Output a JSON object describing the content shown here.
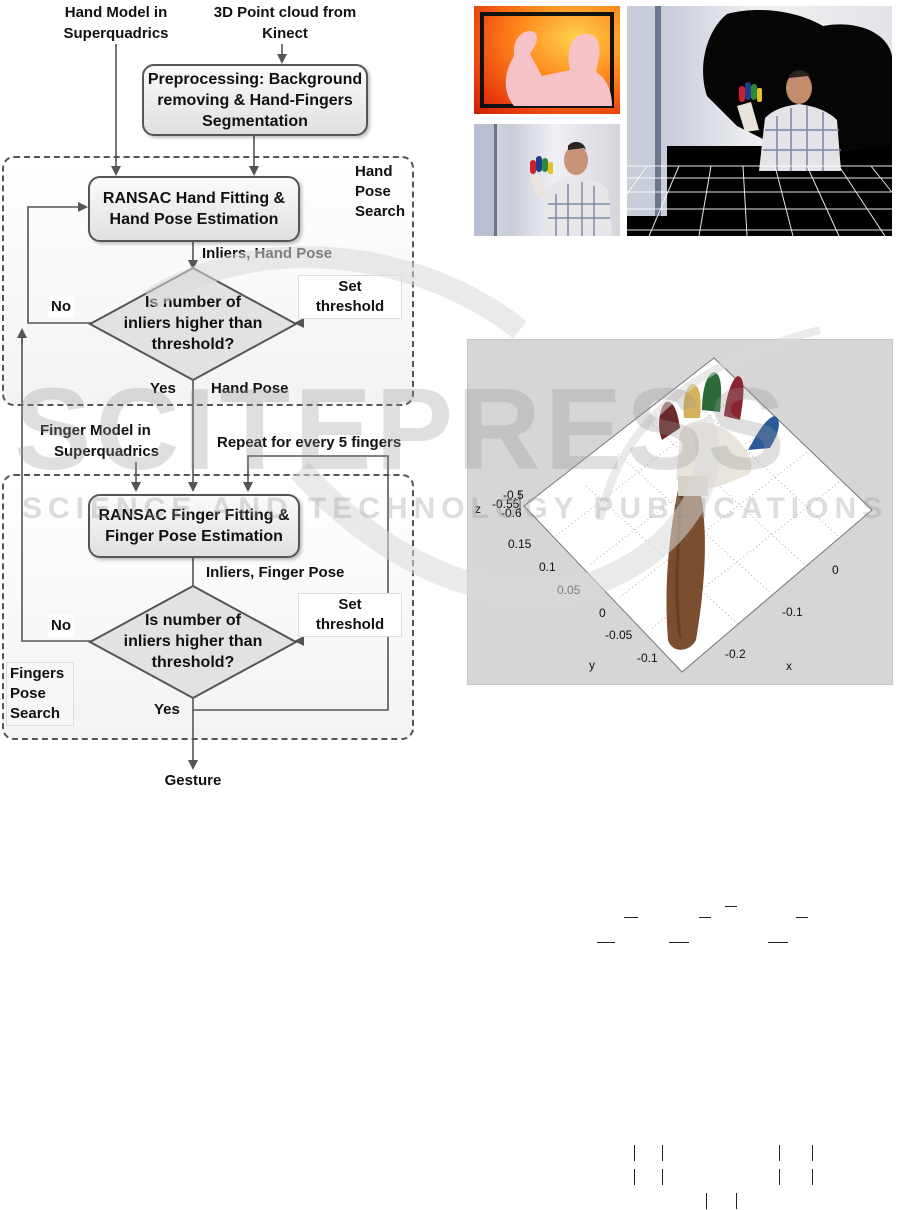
{
  "flowchart": {
    "inputs": {
      "hand_model": [
        "Hand Model in",
        "Superquadrics"
      ],
      "point_cloud": [
        "3D Point cloud from",
        "Kinect"
      ]
    },
    "preprocessing": [
      "Preprocessing: Background",
      "removing & Hand-Fingers",
      "Segmentation"
    ],
    "hand_pose_search": {
      "group_label": [
        "Hand",
        "Pose",
        "Search"
      ],
      "fitting": [
        "RANSAC Hand Fitting &",
        "Hand Pose Estimation"
      ],
      "output_label": "Inliers, Hand Pose",
      "decision": [
        "Is number of",
        "inliers higher than",
        "threshold?"
      ],
      "threshold_note": [
        "Set",
        "threshold"
      ],
      "no_label": "No",
      "yes_label": "Yes",
      "result_label": "Hand Pose"
    },
    "finger_model": [
      "Finger Model in",
      "Superquadrics"
    ],
    "repeat_label": "Repeat for every 5 fingers",
    "fingers_pose_search": {
      "group_label": [
        "Fingers",
        "Pose",
        "Search"
      ],
      "fitting": [
        "RANSAC Finger Fitting &",
        "Finger Pose Estimation"
      ],
      "output_label": "Inliers, Finger Pose",
      "decision": [
        "Is number of",
        "inliers higher than",
        "threshold?"
      ],
      "threshold_note": [
        "Set",
        "threshold"
      ],
      "no_label": "No",
      "yes_label": "Yes"
    },
    "output": "Gesture"
  },
  "plot3d": {
    "z_ticks": [
      "-0.5",
      "-0.55",
      "-0.6"
    ],
    "z_label": "z",
    "y_ticks": [
      "0.15",
      "0.1",
      "0.05",
      "0",
      "-0.05",
      "-0.1"
    ],
    "y_label": "y",
    "x_ticks": [
      "0",
      "-0.1",
      "-0.2"
    ],
    "x_label": "x"
  },
  "watermark": {
    "main": "SCITEPRESS",
    "sub": "SCIENCE AND TECHNOLOGY PUBLICATIONS"
  },
  "colors": {
    "depth_bg": "#e83a0c",
    "plot_bg": "#d6d6d6",
    "flow_fill": "#e6e6e6"
  }
}
